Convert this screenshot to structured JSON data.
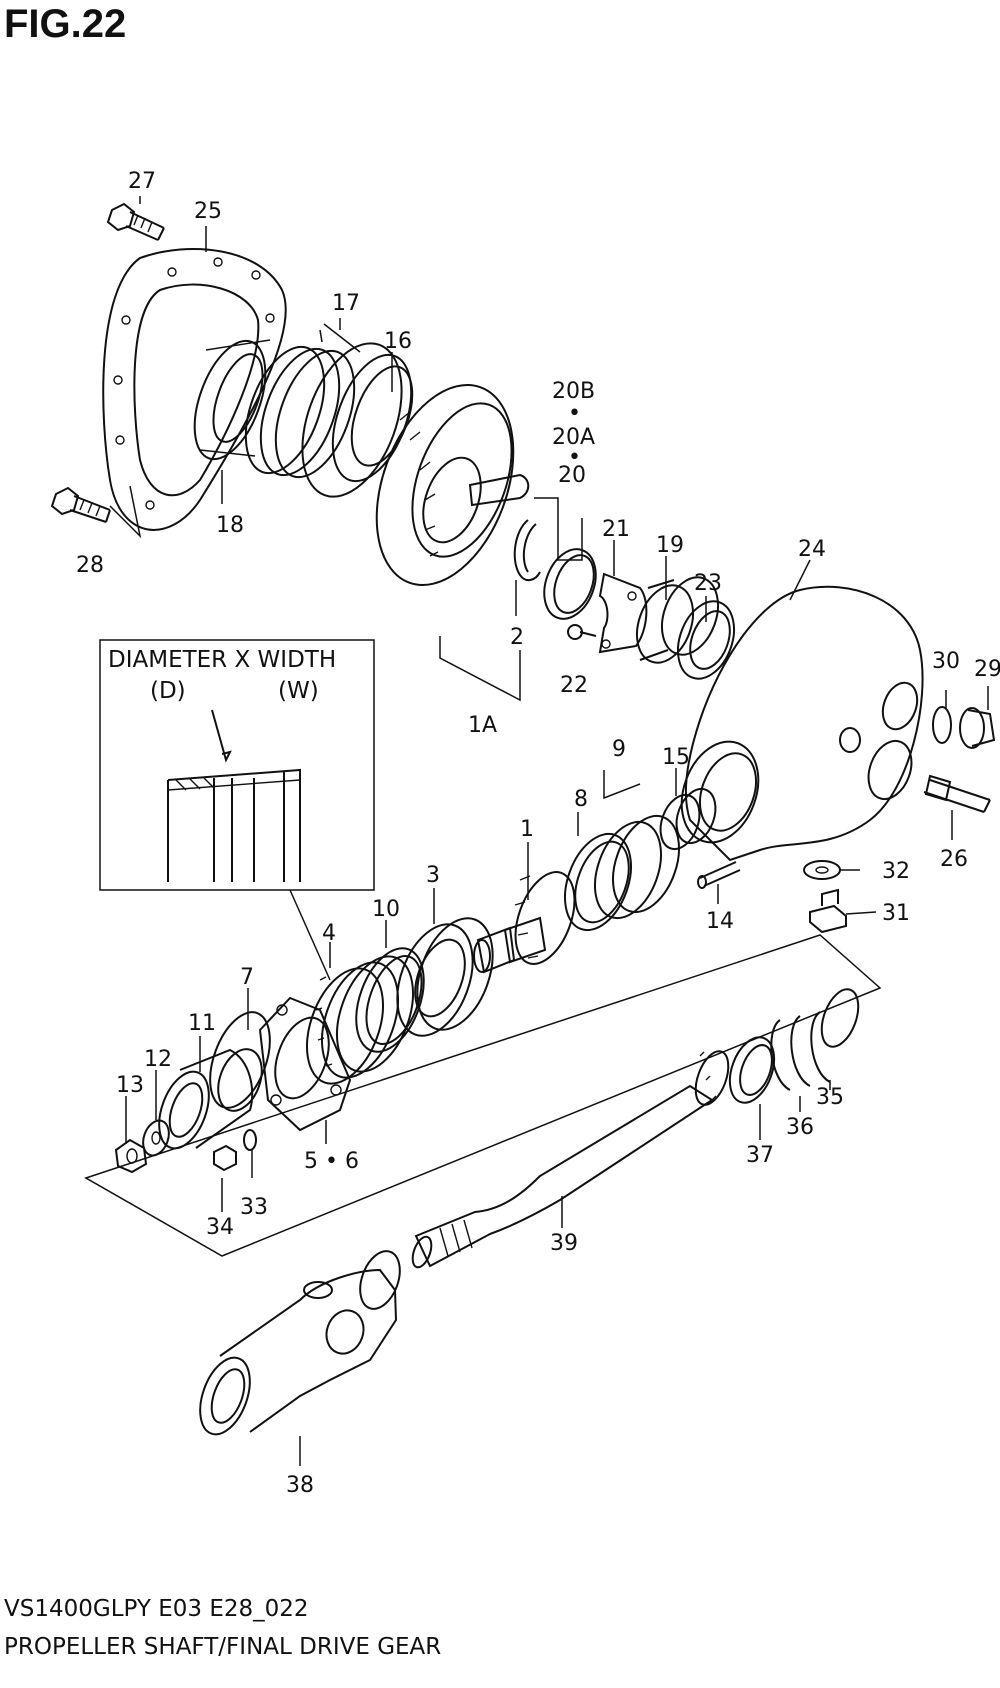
{
  "figure": {
    "title": "FIG.22"
  },
  "inset": {
    "heading": "DIAMETER X WIDTH",
    "label_d": "(D)",
    "label_w": "(W)"
  },
  "callouts": {
    "c27": "27",
    "c25": "25",
    "c17": "17",
    "c16": "16",
    "c18": "18",
    "c28": "28",
    "c20B": "20B",
    "dot1": "•",
    "c20A": "20A",
    "dot2": "•",
    "c20": "20",
    "c21": "21",
    "c19": "19",
    "c23": "23",
    "c24": "24",
    "c2": "2",
    "c22": "22",
    "c1A": "1A",
    "c30": "30",
    "c29": "29",
    "c9": "9",
    "c15": "15",
    "c8": "8",
    "c1": "1",
    "c26": "26",
    "c32": "32",
    "c14": "14",
    "c31": "31",
    "c3": "3",
    "c10": "10",
    "c4": "4",
    "c7": "7",
    "c11": "11",
    "c12": "12",
    "c13": "13",
    "c56": "5 • 6",
    "c34": "34",
    "c33": "33",
    "c35": "35",
    "c36": "36",
    "c37": "37",
    "c39": "39",
    "c38": "38"
  },
  "footer": {
    "model": "VS1400GLPY E03 E28_022",
    "title": "PROPELLER SHAFT/FINAL DRIVE GEAR"
  }
}
